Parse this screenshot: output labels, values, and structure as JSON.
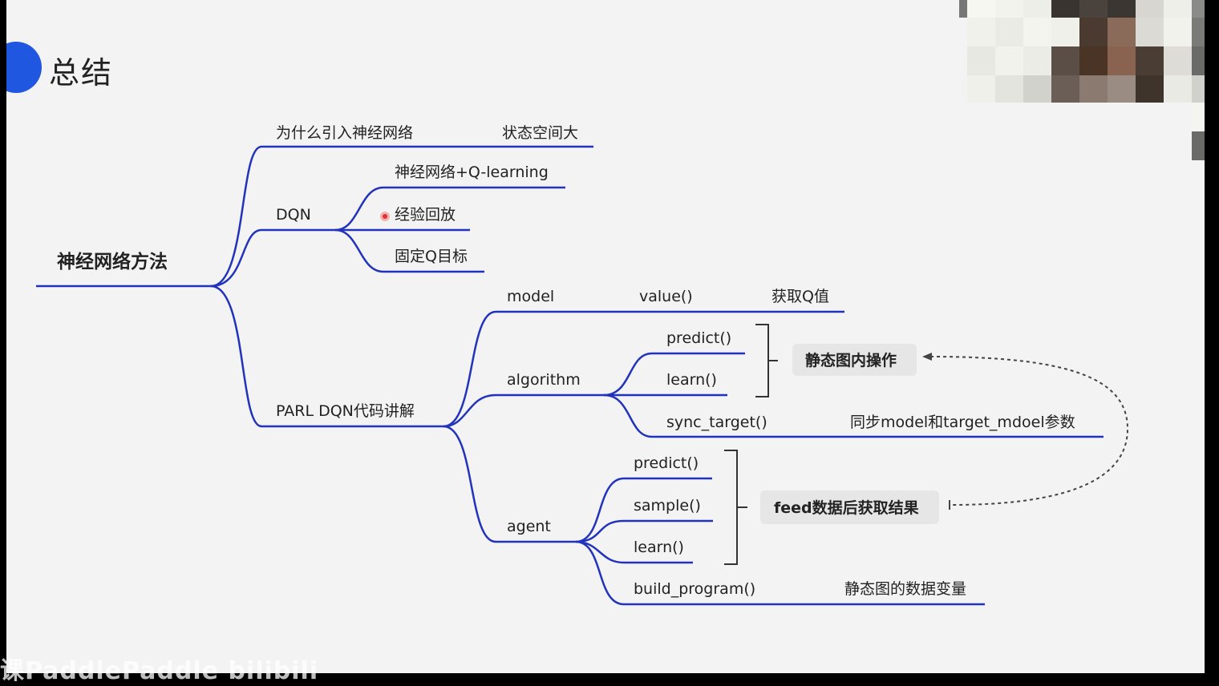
{
  "slide": {
    "title": "总结"
  },
  "mindmap": {
    "root": "神经网络方法",
    "why_nn": {
      "label": "为什么引入神经网络",
      "note": "状态空间大"
    },
    "dqn": {
      "label": "DQN",
      "children": [
        "神经网络+Q-learning",
        "经验回放",
        "固定Q目标"
      ]
    },
    "parl": {
      "label": "PARL DQN代码讲解",
      "model": {
        "label": "model",
        "method": "value()",
        "note": "获取Q值"
      },
      "algorithm": {
        "label": "algorithm",
        "predict": "predict()",
        "learn": "learn()",
        "sync_target": "sync_target()",
        "sync_note": "同步model和target_mdoel参数",
        "bracket_note": "静态图内操作"
      },
      "agent": {
        "label": "agent",
        "predict": "predict()",
        "sample": "sample()",
        "learn": "learn()",
        "build_program": "build_program()",
        "build_note": "静态图的数据变量",
        "bracket_note": "feed数据后获取结果"
      }
    }
  },
  "colors": {
    "accent": "#1f57e0",
    "line": "#2233bb",
    "background": "#f3f3f3",
    "pill": "#e6e6e6",
    "cursor_dot": "#e03030"
  },
  "watermark": {
    "text": "课PaddlePaddle  bilibili"
  }
}
